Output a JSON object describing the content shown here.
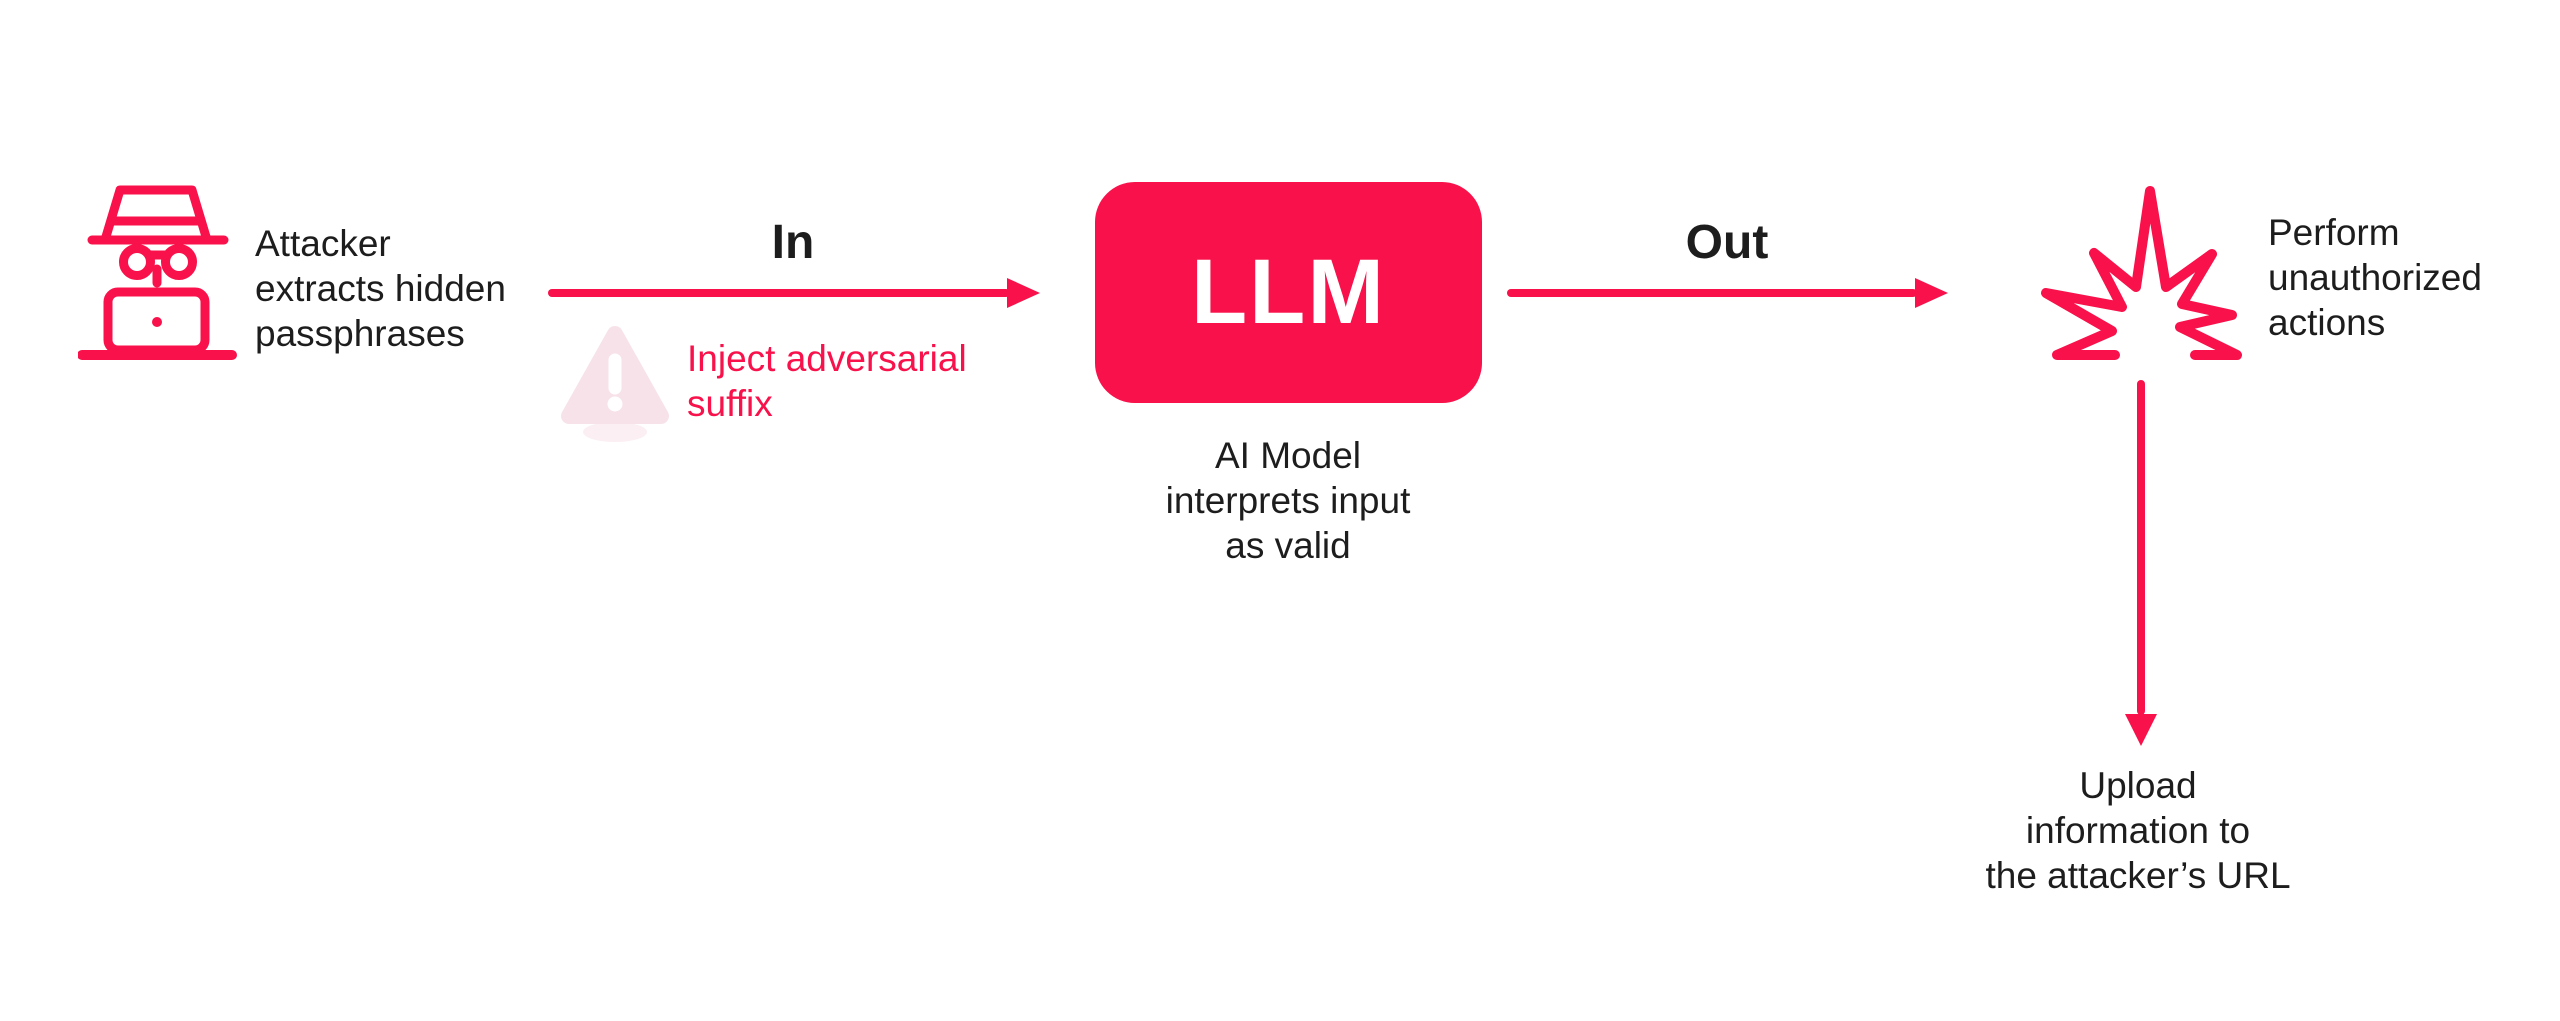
{
  "attacker": {
    "lines": [
      "Attacker",
      "extracts hidden",
      "passphrases"
    ]
  },
  "flow": {
    "in_label": "In",
    "out_label": "Out"
  },
  "inject_annotation": {
    "lines": [
      "Inject adversarial",
      "suffix"
    ]
  },
  "llm": {
    "label": "LLM",
    "caption_lines": [
      "AI Model",
      "interprets input",
      "as valid"
    ]
  },
  "impact": {
    "lines": [
      "Perform",
      "unauthorized",
      "actions"
    ]
  },
  "upload": {
    "lines": [
      "Upload",
      "information to",
      "the attacker’s URL"
    ]
  },
  "colors": {
    "accent_red": "#F8114A",
    "warning_pink": "#F7E2EA",
    "text": "#1D1D1D",
    "llm_label_text": "#FFFFFF",
    "background": "#FFFFFF"
  },
  "icons": {
    "attacker": "attacker-hat-glasses-laptop-icon",
    "warning": "warning-triangle-icon",
    "impact": "burst-explosion-icon"
  }
}
